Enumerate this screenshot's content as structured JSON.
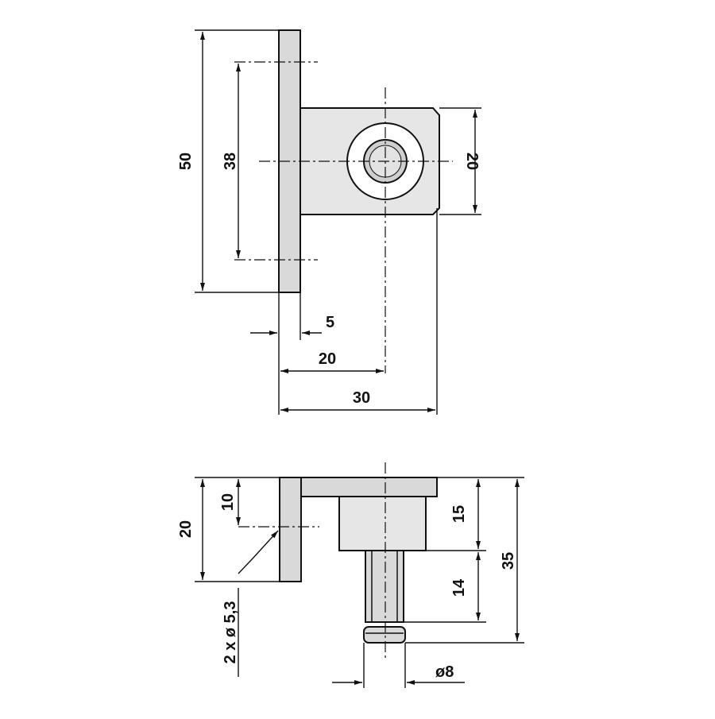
{
  "front_view": {
    "dims": {
      "height_total": "50",
      "hole_spacing": "38",
      "tab_height": "20",
      "plate_thickness": "5",
      "hole_offset": "20",
      "depth_total": "30"
    }
  },
  "side_view": {
    "dims": {
      "plate_height": "20",
      "hole_height": "10",
      "hole_callout": "2 x ø 5,3",
      "collar_height": "15",
      "pin_length": "14",
      "total_height": "35",
      "pin_diameter": "ø8"
    }
  }
}
